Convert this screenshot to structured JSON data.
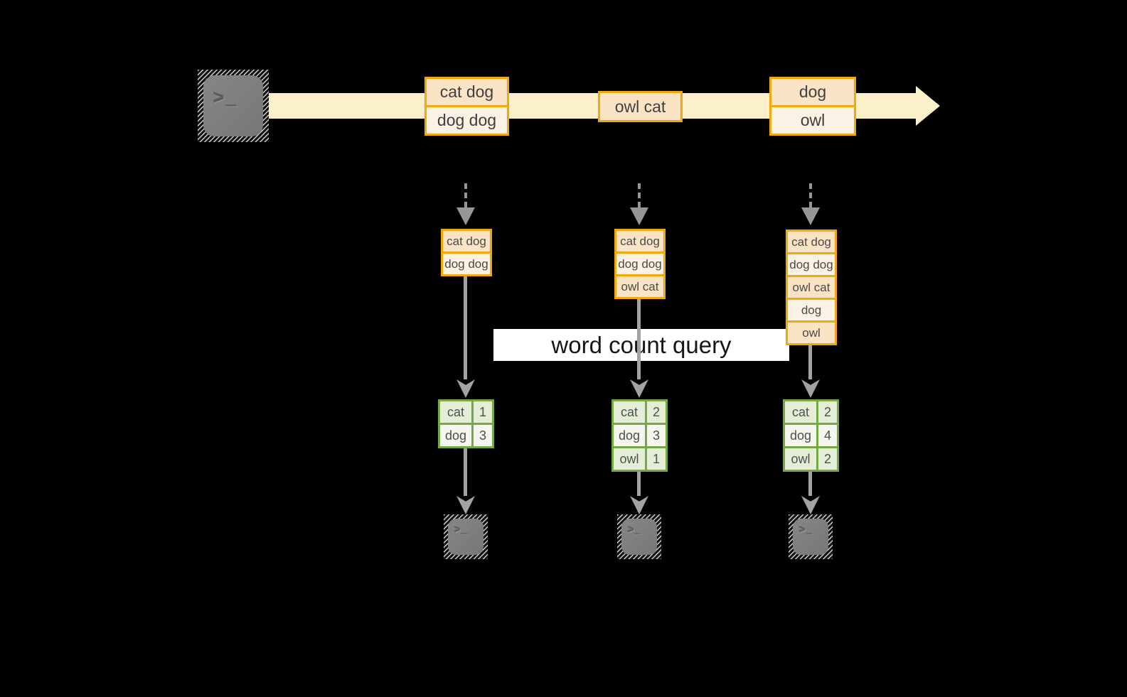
{
  "diagram": {
    "banner": {
      "label": "word count query"
    },
    "terminal_glyph": ">_",
    "stream": {
      "messages": [
        {
          "cells": [
            "cat dog",
            "dog dog"
          ]
        },
        {
          "cells": [
            "owl cat"
          ]
        },
        {
          "cells": [
            "dog",
            "owl"
          ]
        }
      ]
    },
    "pipelines": [
      {
        "buffer": [
          "cat dog",
          "dog dog"
        ],
        "counts": [
          [
            "cat",
            "1"
          ],
          [
            "dog",
            "3"
          ]
        ]
      },
      {
        "buffer": [
          "cat dog",
          "dog dog",
          "owl cat"
        ],
        "counts": [
          [
            "cat",
            "2"
          ],
          [
            "dog",
            "3"
          ],
          [
            "owl",
            "1"
          ]
        ]
      },
      {
        "buffer": [
          "cat dog",
          "dog dog",
          "owl cat",
          "dog",
          "owl"
        ],
        "counts": [
          [
            "cat",
            "2"
          ],
          [
            "dog",
            "4"
          ],
          [
            "owl",
            "2"
          ]
        ]
      }
    ],
    "colors": {
      "accent_orange": "#F0A80C",
      "fill_peach": "#FBE4C6",
      "fill_cream": "#FCF2E3",
      "stream_band": "#FBF0C9",
      "accent_green": "#76A944",
      "fill_green_tint": "#E4EDD6",
      "fill_green_light": "#F4F7EE",
      "arrow_gray": "#A2A2A2",
      "terminal_gray": "#7E7E7E",
      "banner_bg": "#FFFFFF",
      "background": "#000000"
    }
  }
}
